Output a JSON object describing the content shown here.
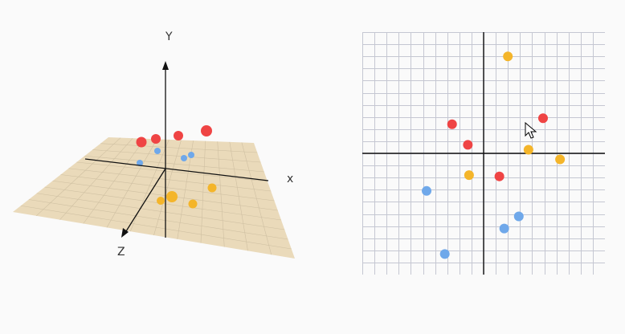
{
  "colors": {
    "background": "#fafafa",
    "plane_fill": "#e6d3ae",
    "plane_grid": "#cfc0a2",
    "grid_line": "#c5c7d2",
    "axis": "#111111",
    "red": "#ef4444",
    "blue": "#6fa8ea",
    "yellow": "#f4b52a"
  },
  "view3d": {
    "axis_labels": {
      "x": "x",
      "y": "Y",
      "z": "Z"
    }
  },
  "plot2d": {
    "grid_divisions": 20,
    "points": [
      {
        "x": 2.0,
        "y": 8.0,
        "color": "yellow"
      },
      {
        "x": -2.6,
        "y": 2.4,
        "color": "red"
      },
      {
        "x": 4.9,
        "y": 2.9,
        "color": "red"
      },
      {
        "x": -1.3,
        "y": 0.7,
        "color": "red"
      },
      {
        "x": 3.7,
        "y": 0.3,
        "color": "yellow"
      },
      {
        "x": 6.3,
        "y": -0.5,
        "color": "yellow"
      },
      {
        "x": -1.2,
        "y": -1.8,
        "color": "yellow"
      },
      {
        "x": 1.3,
        "y": -1.9,
        "color": "red"
      },
      {
        "x": -4.7,
        "y": -3.1,
        "color": "blue"
      },
      {
        "x": 2.9,
        "y": -5.2,
        "color": "blue"
      },
      {
        "x": 1.7,
        "y": -6.2,
        "color": "blue"
      },
      {
        "x": -3.2,
        "y": -8.3,
        "color": "blue"
      }
    ]
  }
}
